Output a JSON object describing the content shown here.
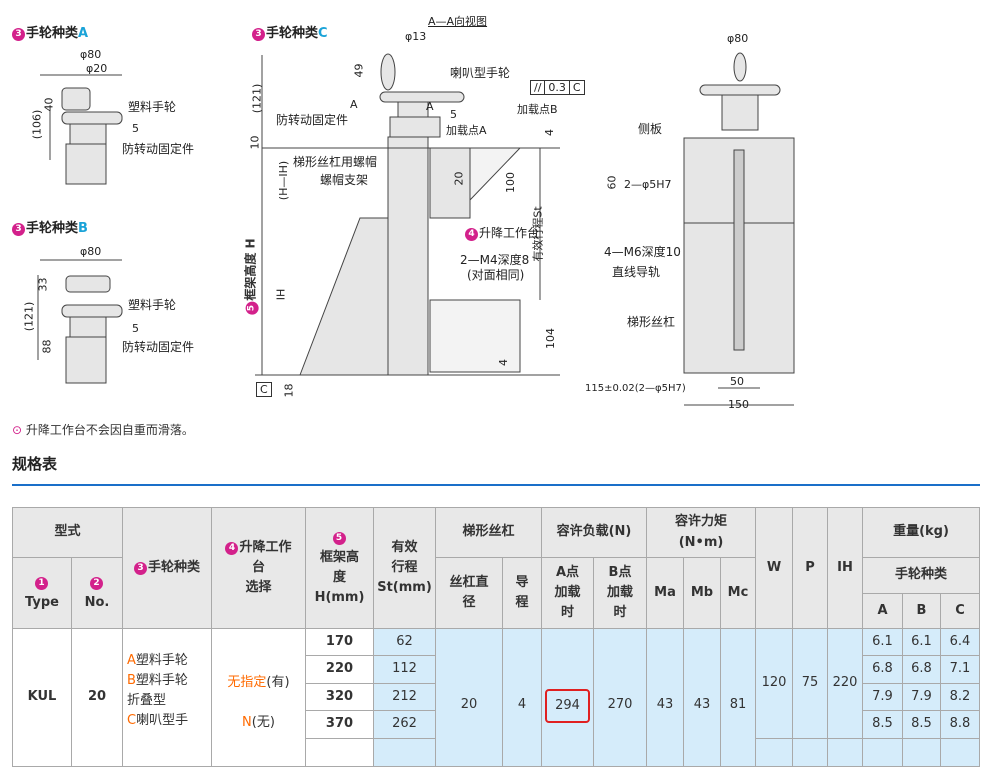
{
  "drawings": {
    "type_a": {
      "title_prefix": "手轮种类",
      "letter": "A",
      "num": "3",
      "dims": [
        "φ80",
        "φ20",
        "40",
        "(106)",
        "5"
      ],
      "labels": [
        "塑料手轮",
        "防转动固定件"
      ]
    },
    "type_b": {
      "title_prefix": "手轮种类",
      "letter": "B",
      "num": "3",
      "dims": [
        "φ80",
        "33",
        "(121)",
        "88",
        "5"
      ],
      "labels": [
        "塑料手轮",
        "防转动固定件"
      ]
    },
    "type_c": {
      "title_prefix": "手轮种类",
      "letter": "C",
      "num": "3",
      "view": "A—A向视图",
      "dims": [
        "φ13",
        "49",
        "(121)",
        "10",
        "(H—IH)",
        "IH",
        "18",
        "5",
        "20",
        "100",
        "104",
        "4",
        "4",
        "C",
        "A",
        "A"
      ],
      "tolerance": [
        "//",
        "0.3",
        "C"
      ],
      "labels": [
        "喇叭型手轮",
        "防转动固定件",
        "加载点A",
        "加载点B",
        "梯形丝杠用螺帽",
        "螺帽支架",
        "升降工作台",
        "2—M4深度8",
        "(对面相同)",
        "有效行程St",
        "框架高度 H"
      ],
      "label_nums": {
        "table": "4",
        "height": "5"
      }
    },
    "front": {
      "dims": [
        "φ80",
        "60",
        "2—φ5H7",
        "4—M6深度10",
        "50",
        "150",
        "115±0.02(2—φ5H7)"
      ],
      "labels": [
        "侧板",
        "直线导轨",
        "梯形丝杠"
      ]
    }
  },
  "note": {
    "icon": "info-pin-icon",
    "text": "升降工作台不会因自重而滑落。"
  },
  "section_title": "规格表",
  "table": {
    "headers": {
      "model": "型式",
      "type_num": "1",
      "type": "Type",
      "no_num": "2",
      "no": "No.",
      "handwheel_num": "3",
      "handwheel": "手轮种类",
      "table_num": "4",
      "table_sel_1": "升降工作",
      "table_sel_2": "台",
      "table_sel_3": "选择",
      "frame_num": "5",
      "frame_1": "框架高",
      "frame_2": "度",
      "frame_3": "H(mm)",
      "stroke_1": "有效",
      "stroke_2": "行程",
      "stroke_3": "St(mm)",
      "screw": "梯形丝杠",
      "screw_dia_1": "丝杠直",
      "screw_dia_2": "径",
      "lead_1": "导",
      "lead_2": "程",
      "load": "容许负载(N)",
      "load_a_1": "A点",
      "load_a_2": "加载",
      "load_a_3": "时",
      "load_b_1": "B点",
      "load_b_2": "加载",
      "load_b_3": "时",
      "moment_1": "容许力矩",
      "moment_2": "(N•m)",
      "ma": "Ma",
      "mb": "Mb",
      "mc": "Mc",
      "w": "W",
      "p": "P",
      "ih": "IH",
      "weight": "重量(kg)",
      "weight_sub": "手轮种类",
      "wa": "A",
      "wb": "B",
      "wc": "C"
    },
    "type": "KUL",
    "no": "20",
    "handwheel_options": [
      {
        "code": "A",
        "text": "塑料手轮"
      },
      {
        "code": "B",
        "text": "塑料手轮"
      },
      {
        "code": "",
        "text": "折叠型"
      },
      {
        "code": "C",
        "text": "喇叭型手"
      }
    ],
    "table_options": [
      {
        "code": "无指定",
        "text": "(有)"
      },
      {
        "code": "N",
        "text": "(无)"
      }
    ],
    "rows": [
      {
        "H": "170",
        "St": "62",
        "wA": "6.1",
        "wB": "6.1",
        "wC": "6.4"
      },
      {
        "H": "220",
        "St": "112",
        "wA": "6.8",
        "wB": "6.8",
        "wC": "7.1"
      },
      {
        "H": "320",
        "St": "212",
        "wA": "7.9",
        "wB": "7.9",
        "wC": "8.2"
      },
      {
        "H": "370",
        "St": "262",
        "wA": "8.5",
        "wB": "8.5",
        "wC": "8.8"
      }
    ],
    "screw_dia": "20",
    "lead": "4",
    "load_a": "294",
    "load_b": "270",
    "ma": "43",
    "mb": "43",
    "mc": "81",
    "w": "120",
    "p": "75",
    "ih": "220"
  },
  "colors": {
    "accent": "#ff6a00",
    "highlight": "#e02020",
    "cell_blue": "#d5ecfa",
    "header": "#e8e8e8",
    "number_badge": "#d3218b",
    "letter": "#1aa3d8",
    "rule": "#1a6fc9"
  }
}
